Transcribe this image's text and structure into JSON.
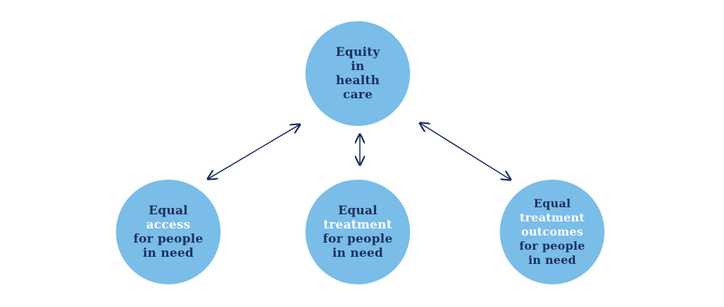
{
  "nodes": {
    "top": {
      "lines": [
        "Equity",
        "in",
        "health",
        "care"
      ]
    },
    "left": {
      "lines": [
        "Equal",
        "access",
        "for people",
        "in need"
      ]
    },
    "mid": {
      "lines": [
        "Equal",
        "treatment",
        "for people",
        "in need"
      ]
    },
    "right": {
      "lines": [
        "Equal",
        "treatment",
        "outcomes",
        "for people",
        "in need"
      ]
    }
  },
  "colors": {
    "circle_fill": "#79bde8",
    "text_dark": "#1e2f5c",
    "text_highlight": "#ffffff",
    "arrow": "#1e2f5c"
  }
}
